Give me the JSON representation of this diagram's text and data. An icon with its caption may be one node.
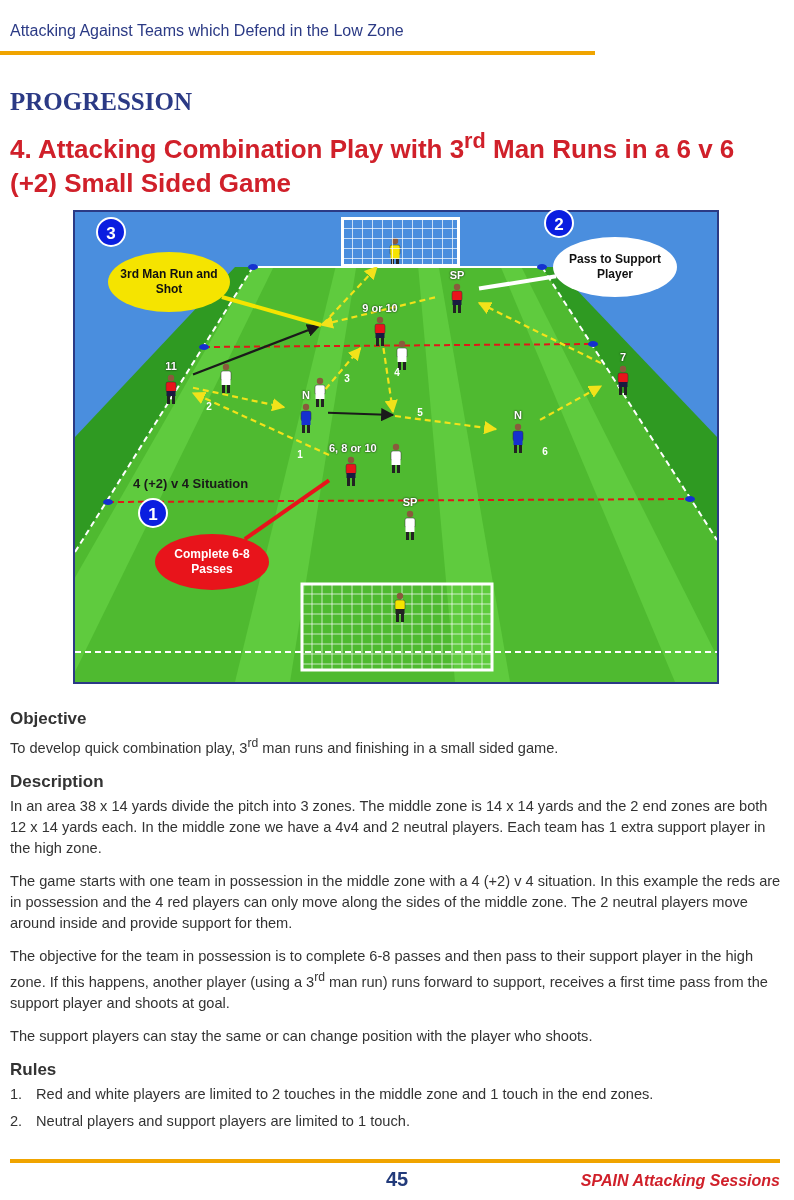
{
  "diagram": {
    "title": "4. Attacking Combination Play with 3$^{rd}$ Man Runs in a 6 v 6 (+2) Small Sided Game",
    "nodes": [
      {
        "text": [
          "3",
          "3rd Man Run and Shot"
        ]
      },
      {
        "text": [
          "2",
          "Pass to Support Player"
        ]
      },
      {
        "text": [
          "1",
          "Complete 6-8 Passes"
        ]
      },
      {
        "text": [
          "11"
        ]
      },
      {
        "text": [
          "9 or 10"
        ]
      },
      {
        "text": [
          "SP"
        ]
      },
      {
        "text": [
          "7"
        ]
      },
      {
        "text": [
          "N"
        ]
      },
      {
        "text": [
          "N"
        ]
      },
      {
        "text": [
          "6, 8 or 10"
        ]
      },
      {
        "text": [
          "SP"
        ]
      },
      {
        "text": [],
        "shape": "picture"
      }
    ],
    "edges": [
      {
        "from": 9,
        "to": 3,
        "arrow": "to",
        "label": "1",
        "style": "dashed"
      },
      {
        "from": 3,
        "to": 7,
        "arrow": "to",
        "label": "2",
        "style": "dashed"
      },
      {
        "from": 7,
        "to": 4,
        "arrow": "to",
        "label": "3",
        "style": "dashed"
      },
      {
        "from": 7,
        "to": null,
        "arrow": "to",
        "color": "#1a1a1a"
      },
      {
        "from": 4,
        "to": null,
        "arrow": "to",
        "label": "4",
        "style": "dashed"
      },
      {
        "from": null,
        "to": 8,
        "arrow": "to",
        "label": "5",
        "style": "dashed"
      },
      {
        "from": 8,
        "to": 6,
        "arrow": "to",
        "label": "6",
        "style": "dashed"
      },
      {
        "from": 6,
        "to": 5,
        "arrow": "to",
        "style": "dashed"
      },
      {
        "from": 5,
        "to": null,
        "arrow": "to",
        "style": "dashed"
      },
      {
        "from": 3,
        "to": null,
        "arrow": "to",
        "color": "#1a1a1a"
      },
      {
        "from": null,
        "to": 11,
        "arrow": "to",
        "style": "dashed"
      },
      {
        "from": 0,
        "to": null,
        "arrow": "none",
        "style": "thick",
        "color": "#f5e400"
      },
      {
        "from": 1,
        "to": 5,
        "arrow": "none",
        "style": "thick",
        "color": "#ffffff"
      },
      {
        "from": 2,
        "to": 9,
        "arrow": "none",
        "style": "thick",
        "color": "#e8141b"
      }
    ],
    "labels": [
      "Attacking Against Teams which Defend in the Low Zone",
      "PROGRESSION",
      "4 (+2) v 4 Situation",
      "Objective",
      "To develop quick combination play, 3$^{rd}$ man runs and finishing in a small sided game.",
      "Description",
      "In an area 38 x 14 yards divide the pitch into 3 zones. The middle zone is 14 x 14 yards and the 2 end zones are both 12 x 14 yards each. In the middle zone we have a 4v4 and 2 neutral players. Each team has 1 extra support player in the high zone.",
      "The game starts with one team in possession in the middle zone with a 4 (+2) v 4 situation. In this example the reds are in possession and the 4 red players can only move along the sides of the middle zone. The 2 neutral players move around inside and provide support for them.",
      "The objective for the team in possession is to complete 6-8 passes and then pass to their support player in the high zone. If this happens, another player (using a 3$^{rd}$ man run) runs forward to support, receives a first time pass from the support player and shoots at goal.",
      "The support players can stay the same or can change position with the player who shoots.",
      "Rules",
      "1.",
      "Red and white players are limited to 2 touches in the middle zone and 1 touch in the end zones.",
      "2.",
      "Neutral players and support players are limited to 1 touch.",
      "45",
      "SPAIN Attacking Sessions"
    ]
  }
}
